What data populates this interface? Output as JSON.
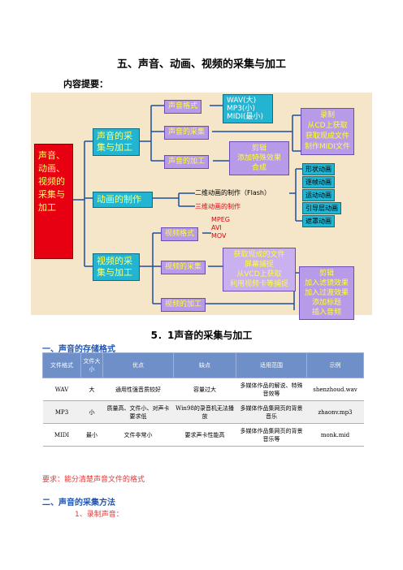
{
  "title": "五、声音、动画、视频的采集与加工",
  "content_label": "内容提要：",
  "mindmap": {
    "root": "声音、动画、视频的采集与加工",
    "sound": {
      "label": "声音的采集与加工",
      "format": "声音格式",
      "format_items": [
        "WAV(大)",
        "MP3(小)",
        "MIDI(最小)"
      ],
      "collect": "声音的采集",
      "collect_items": [
        "录制",
        "从CD上获取",
        "获取现成文件",
        "制作MIDI文件"
      ],
      "process": "声音的加工",
      "process_items": [
        "剪辑",
        "添加特殊效果",
        "合成"
      ]
    },
    "anim": {
      "label": "动画的制作",
      "items": [
        "二维动画的制作（Flash）",
        "三维动画的制作"
      ],
      "flash_items": [
        "形状动画",
        "逐帧动画",
        "运动动画",
        "引导层动画",
        "遮罩动画"
      ]
    },
    "video": {
      "label": "视频的采集与加工",
      "format": "视频格式",
      "format_items": [
        "MPEG",
        "AVI",
        "MOV"
      ],
      "collect": "视频的采集",
      "collect_items": [
        "获取现成的文件",
        "屏幕捕捉",
        "从VCD上获取",
        "利用视频卡等捕捉"
      ],
      "process": "视频的加工",
      "process_items": [
        "剪辑",
        "加入滤镜效果",
        "加入过渡效果",
        "添加标题",
        "插入音频"
      ]
    }
  },
  "section_heading": "5．1声音的采集与加工",
  "section1": "一、声音的存储格式",
  "table": {
    "headers": [
      "文件格式",
      "文件大小",
      "优点",
      "缺点",
      "适用范围",
      "示例"
    ],
    "rows": [
      [
        "WAV",
        "大",
        "通用性强音质较好",
        "容量过大",
        "多媒体作品的解说、特殊音效等",
        "shenzhoud.wav"
      ],
      [
        "MP3",
        "小",
        "质量高、文件小、对声卡要求低",
        "Win98的录音机无法播放",
        "多媒体作品集网页的背景音乐",
        "zhaonv.mp3"
      ],
      [
        "MIDI",
        "最小",
        "文件非常小",
        "要求声卡性能高",
        "多媒体作品集网页的背景音乐等",
        "monk.mid"
      ]
    ]
  },
  "requirement": "要求：能分清楚声音文件的格式",
  "section2": "二、声音的采集方法",
  "item1": "1、录制声音："
}
